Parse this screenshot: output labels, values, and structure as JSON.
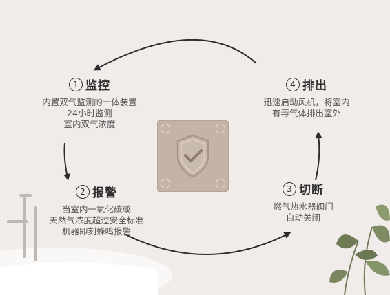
{
  "steps": [
    {
      "num": "1",
      "title": "监控",
      "lines": [
        "内置双气监测的一体装置",
        "24小时监测",
        "室内双气浓度"
      ]
    },
    {
      "num": "2",
      "title": "报警",
      "lines": [
        "当室内一氧化碳或",
        "天然气浓度超过安全标准",
        "机器即刻蜂鸣报警"
      ]
    },
    {
      "num": "3",
      "title": "切断",
      "lines": [
        "燃气热水器阀门",
        "自动关闭"
      ]
    },
    {
      "num": "4",
      "title": "排出",
      "lines": [
        "迅速启动风机，将室内",
        "有毒气体排出室外"
      ]
    }
  ],
  "icons": {
    "center": "shield-check-icon"
  },
  "colors": {
    "background": "#f1ecea",
    "badge": "#c4b4a8",
    "text": "#3a3a3a"
  }
}
